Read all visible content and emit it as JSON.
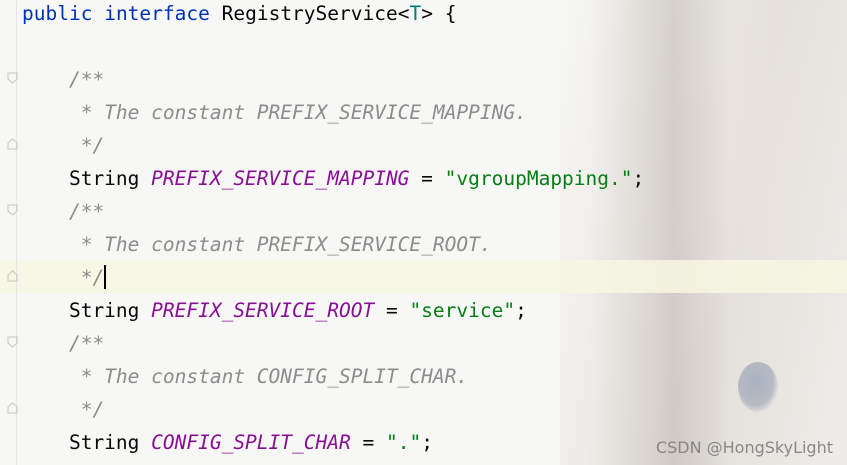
{
  "editor": {
    "lines": [
      {
        "tokens": [
          {
            "t": "public",
            "c": "kw"
          },
          {
            "t": " ",
            "c": "plain"
          },
          {
            "t": "interface",
            "c": "kw"
          },
          {
            "t": " RegistryService<",
            "c": "plain"
          },
          {
            "t": "T",
            "c": "typep"
          },
          {
            "t": "> {",
            "c": "plain"
          }
        ]
      },
      {
        "tokens": [
          {
            "t": "    /**",
            "c": "comment"
          }
        ]
      },
      {
        "tokens": [
          {
            "t": "     * The constant PREFIX_SERVICE_MAPPING.",
            "c": "comment"
          }
        ]
      },
      {
        "tokens": [
          {
            "t": "     */",
            "c": "comment"
          }
        ]
      },
      {
        "tokens": [
          {
            "t": "    String ",
            "c": "plain"
          },
          {
            "t": "PREFIX_SERVICE_MAPPING",
            "c": "const"
          },
          {
            "t": " = ",
            "c": "plain"
          },
          {
            "t": "\"vgroupMapping.\"",
            "c": "str"
          },
          {
            "t": ";",
            "c": "plain"
          }
        ]
      },
      {
        "tokens": [
          {
            "t": "    /**",
            "c": "comment"
          }
        ]
      },
      {
        "tokens": [
          {
            "t": "     * The constant PREFIX_SERVICE_ROOT.",
            "c": "comment"
          }
        ]
      },
      {
        "tokens": [
          {
            "t": "     */",
            "c": "comment"
          }
        ],
        "caret": true
      },
      {
        "tokens": [
          {
            "t": "    String ",
            "c": "plain"
          },
          {
            "t": "PREFIX_SERVICE_ROOT",
            "c": "const"
          },
          {
            "t": " = ",
            "c": "plain"
          },
          {
            "t": "\"service\"",
            "c": "str"
          },
          {
            "t": ";",
            "c": "plain"
          }
        ]
      },
      {
        "tokens": [
          {
            "t": "    /**",
            "c": "comment"
          }
        ]
      },
      {
        "tokens": [
          {
            "t": "     * The constant CONFIG_SPLIT_CHAR.",
            "c": "comment"
          }
        ]
      },
      {
        "tokens": [
          {
            "t": "     */",
            "c": "comment"
          }
        ]
      },
      {
        "tokens": [
          {
            "t": "    String ",
            "c": "plain"
          },
          {
            "t": "CONFIG_SPLIT_CHAR",
            "c": "const"
          },
          {
            "t": " = ",
            "c": "plain"
          },
          {
            "t": "\".\"",
            "c": "str"
          },
          {
            "t": ";",
            "c": "plain"
          }
        ]
      }
    ]
  },
  "colors": {
    "keyword": "#0033b3",
    "type_param": "#007b7b",
    "constant": "#871094",
    "string": "#067d17",
    "comment": "#8c8c8c",
    "current_line": "#f7f7e2"
  },
  "watermark": {
    "text": "CSDN @HongSkyLight"
  }
}
